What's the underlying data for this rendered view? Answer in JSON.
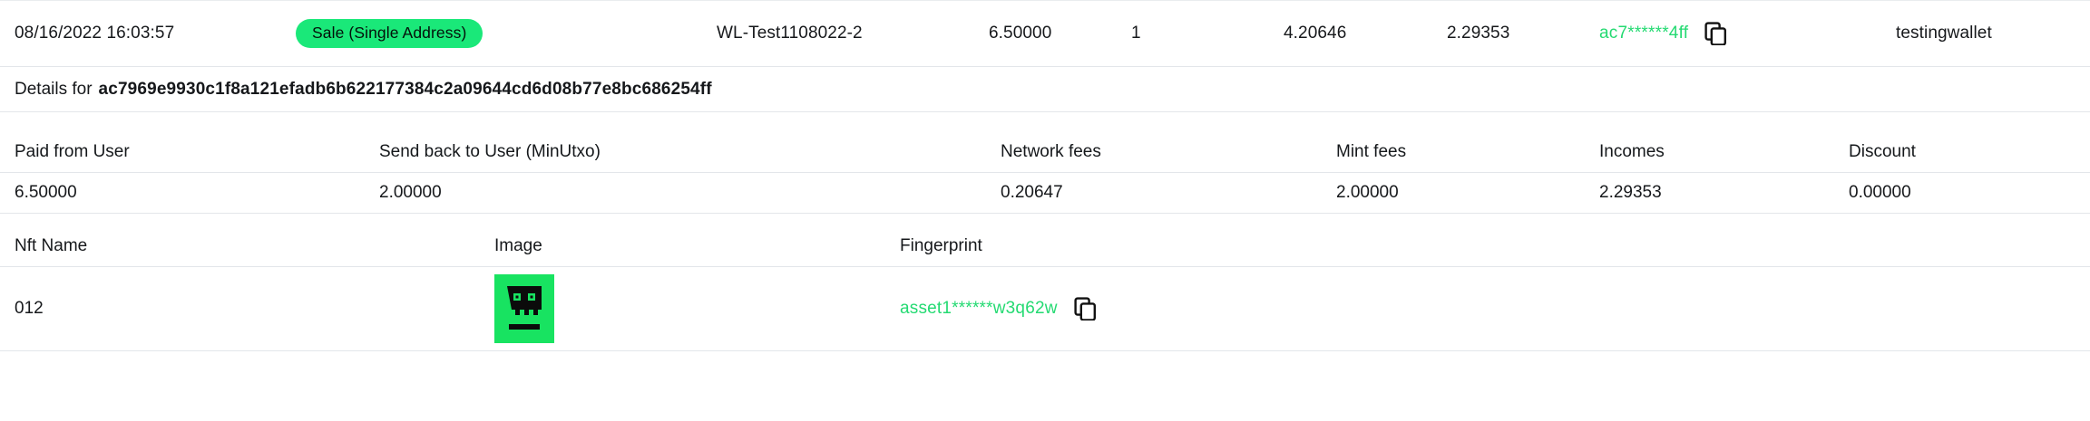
{
  "transaction_row": {
    "date": "08/16/2022 16:03:57",
    "type_badge": "Sale (Single Address)",
    "project": "WL-Test1108022-2",
    "amount": "6.50000",
    "count": "1",
    "value_1": "4.20646",
    "value_2": "2.29353",
    "address_masked": "ac7******4ff",
    "copy_icon": "copy-icon",
    "wallet": "testingwallet"
  },
  "details": {
    "label": "Details for",
    "hash": "ac7969e9930c1f8a121efadb6b622177384c2a09644cd6d08b77e8bc686254ff"
  },
  "fee_table": {
    "headers": [
      "Paid from User",
      "Send back to User (MinUtxo)",
      "Network fees",
      "Mint fees",
      "Incomes",
      "Discount"
    ],
    "values": [
      "6.50000",
      "2.00000",
      "0.20647",
      "2.00000",
      "2.29353",
      "0.00000"
    ]
  },
  "nft_table": {
    "headers": [
      "Nft Name",
      "Image",
      "Fingerprint"
    ],
    "rows": [
      {
        "name": "012",
        "image_alt": "nft-thumbnail-pixel-face",
        "fingerprint": "asset1******w3q62w",
        "copy_icon": "copy-icon"
      }
    ]
  },
  "colors": {
    "accent_green": "#24da72",
    "badge_green": "#1ae879",
    "thumb_green": "#18e361",
    "divider": "#e3e6ea",
    "text": "#16181b"
  }
}
